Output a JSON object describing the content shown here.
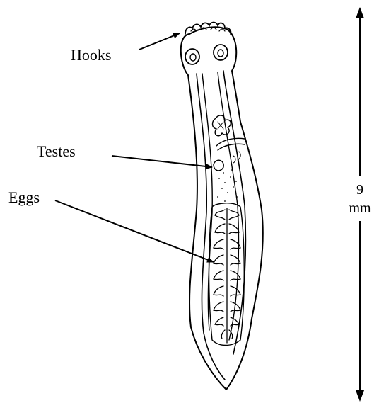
{
  "figure": {
    "labels": {
      "hooks": "Hooks",
      "testes": "Testes",
      "eggs": "Eggs"
    },
    "scale_bar": {
      "value": "9",
      "unit": "mm"
    },
    "colors": {
      "ink": "#000000",
      "background": "#ffffff"
    }
  }
}
